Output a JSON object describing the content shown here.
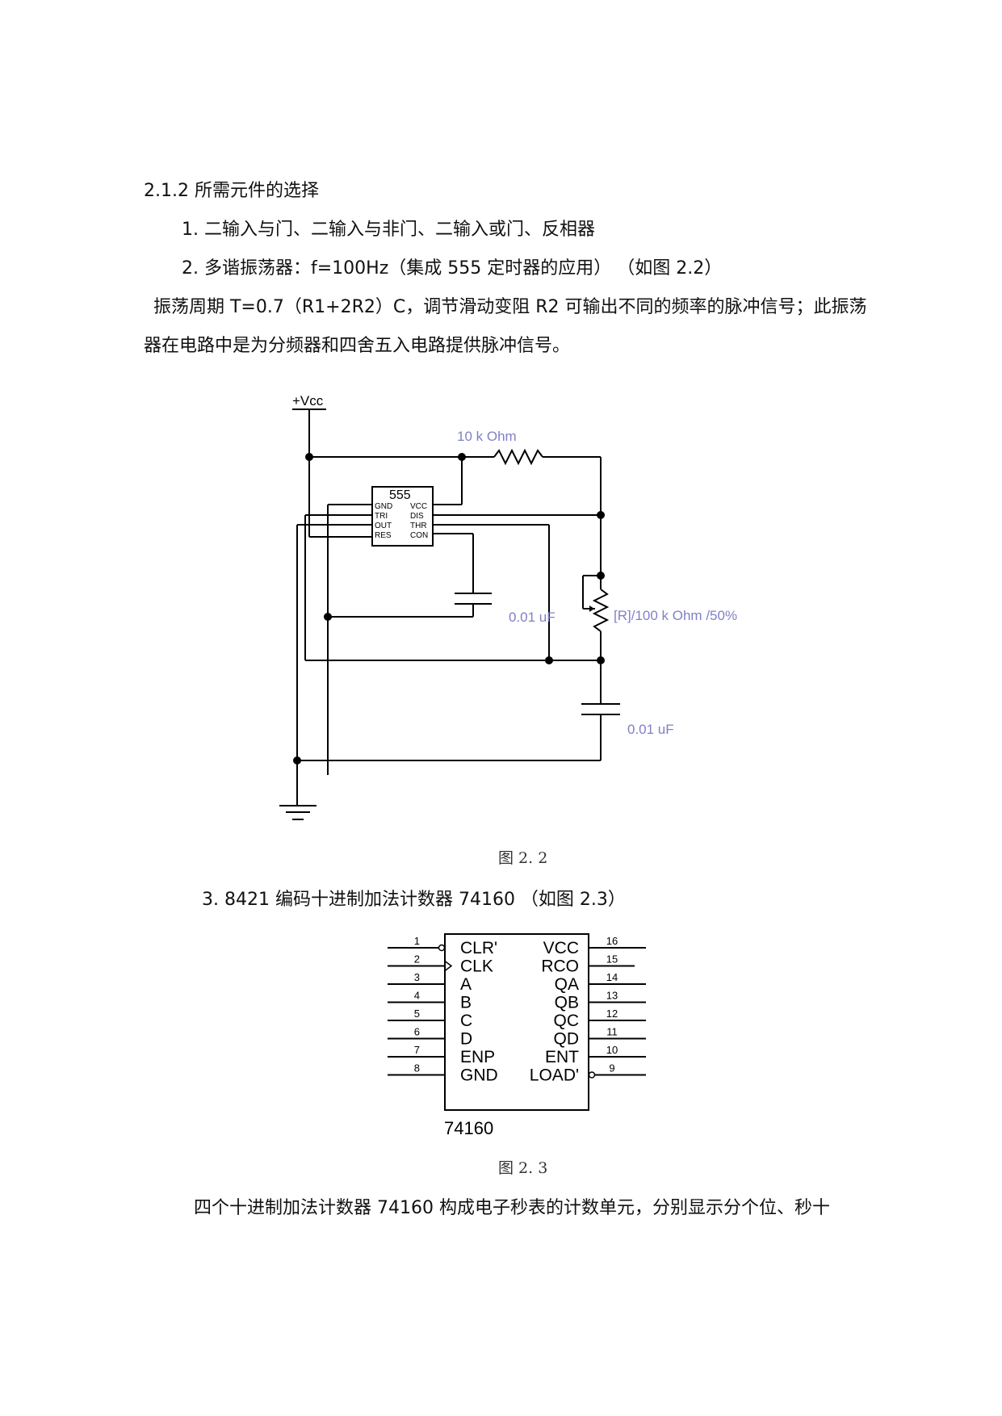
{
  "section": {
    "heading": "2.1.2 所需元件的选择",
    "item1": "1.  二输入与门、二输入与非门、二输入或门、反相器",
    "item2": "2.  多谐振荡器：f=100Hz（集成 555 定时器的应用）  （如图  2.2）",
    "para_line1": "振荡周期 T=0.7（R1+2R2）C，调节滑动变阻 R2 可输出不同的频率的脉冲信号；此振荡",
    "para_line2": "器在电路中是为分频器和四舍五入电路提供脉冲信号。"
  },
  "figure_2_2": {
    "caption": "图 2. 2",
    "vcc_label": "+Vcc",
    "chip_name": "555",
    "chip_pins_left": [
      "GND",
      "TRI",
      "OUT",
      "RES"
    ],
    "chip_pins_right": [
      "VCC",
      "DIS",
      "THR",
      "CON"
    ],
    "resistor_label": "10 k Ohm",
    "pot_label": "[R]/100 k Ohm /50%",
    "cap1_label": "0.01 uF",
    "cap2_label": "0.01 uF",
    "component_color": "#8080c8"
  },
  "item3": "3. 8421 编码十进制加法计数器 74160  （如图 2.3）",
  "figure_2_3": {
    "caption": "图 2. 3",
    "chip_label": "74160",
    "left_pins": [
      {
        "num": "1",
        "name": "CLR'"
      },
      {
        "num": "2",
        "name": "CLK"
      },
      {
        "num": "3",
        "name": "A"
      },
      {
        "num": "4",
        "name": "B"
      },
      {
        "num": "5",
        "name": "C"
      },
      {
        "num": "6",
        "name": "D"
      },
      {
        "num": "7",
        "name": "ENP"
      },
      {
        "num": "8",
        "name": "GND"
      }
    ],
    "right_pins": [
      {
        "num": "16",
        "name": "VCC"
      },
      {
        "num": "15",
        "name": "RCO"
      },
      {
        "num": "14",
        "name": "QA"
      },
      {
        "num": "13",
        "name": "QB"
      },
      {
        "num": "12",
        "name": "QC"
      },
      {
        "num": "11",
        "name": "QD"
      },
      {
        "num": "10",
        "name": "ENT"
      },
      {
        "num": "9",
        "name": "LOAD'"
      }
    ]
  },
  "closing_line": "四个十进制加法计数器 74160 构成电子秒表的计数单元，分别显示分个位、秒十"
}
